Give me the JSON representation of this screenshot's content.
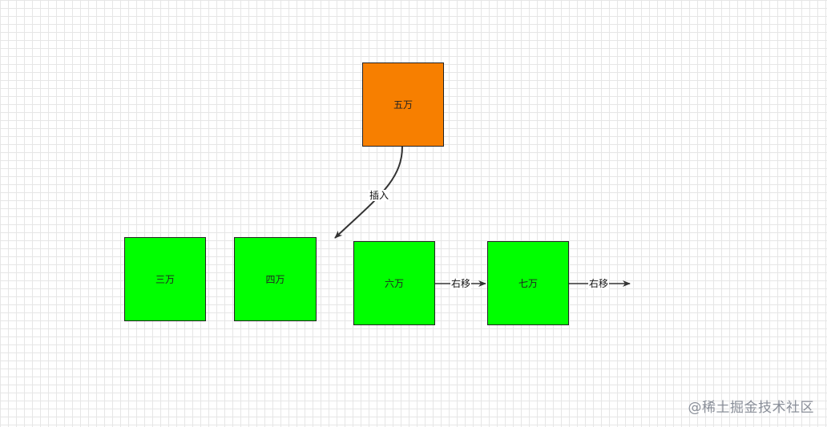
{
  "nodes": {
    "wu": "五万",
    "san": "三万",
    "si": "四万",
    "liu": "六万",
    "qi": "七万"
  },
  "edges": {
    "insert": "插入",
    "shift_1": "右移",
    "shift_2": "右移"
  },
  "colors": {
    "inserted_node": "#f77f00",
    "list_node": "#00ff00"
  },
  "watermark": "@稀土掘金技术社区"
}
